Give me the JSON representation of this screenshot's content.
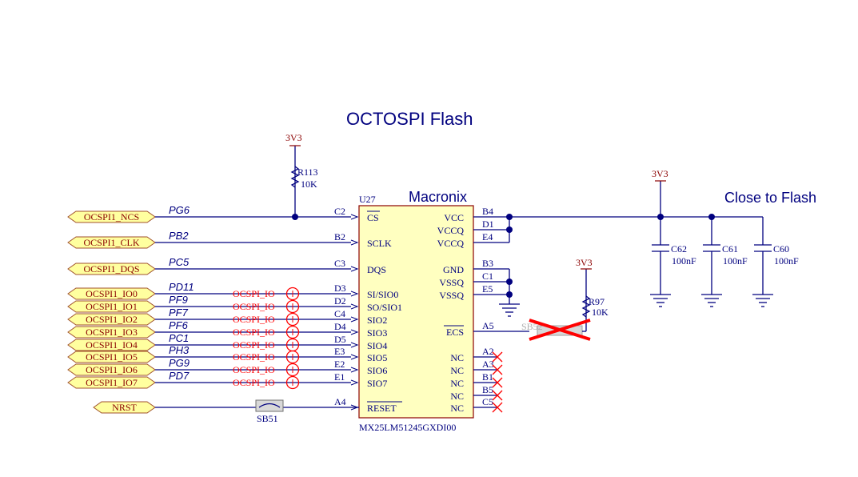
{
  "title": "OCTOSPI Flash",
  "note": "Close to Flash",
  "chip": {
    "ref": "U27",
    "maker": "Macronix",
    "part": "MX25LM51245GXDI00",
    "left_pins": [
      {
        "num": "C2",
        "name": "CS"
      },
      {
        "num": "B2",
        "name": "SCLK"
      },
      {
        "num": "C3",
        "name": "DQS"
      },
      {
        "num": "D3",
        "name": "SI/SIO0"
      },
      {
        "num": "D2",
        "name": "SO/SIO1"
      },
      {
        "num": "C4",
        "name": "SIO2"
      },
      {
        "num": "D4",
        "name": "SIO3"
      },
      {
        "num": "D5",
        "name": "SIO4"
      },
      {
        "num": "E3",
        "name": "SIO5"
      },
      {
        "num": "E2",
        "name": "SIO6"
      },
      {
        "num": "E1",
        "name": "SIO7"
      },
      {
        "num": "A4",
        "name": "RESET"
      }
    ],
    "right_pins": [
      {
        "num": "B4",
        "name": "VCC"
      },
      {
        "num": "D1",
        "name": "VCCQ"
      },
      {
        "num": "E4",
        "name": "VCCQ"
      },
      {
        "num": "B3",
        "name": "GND"
      },
      {
        "num": "C1",
        "name": "VSSQ"
      },
      {
        "num": "E5",
        "name": "VSSQ"
      },
      {
        "num": "A5",
        "name": "ECS"
      },
      {
        "num": "A2",
        "name": "NC"
      },
      {
        "num": "A3",
        "name": "NC"
      },
      {
        "num": "B1",
        "name": "NC"
      },
      {
        "num": "B5",
        "name": "NC"
      },
      {
        "num": "C5",
        "name": "NC"
      }
    ]
  },
  "ports": [
    "OCSPI1_NCS",
    "OCSPI1_CLK",
    "OCSPI1_DQS",
    "OCSPI1_IO0",
    "OCSPI1_IO1",
    "OCSPI1_IO2",
    "OCSPI1_IO3",
    "OCSPI1_IO4",
    "OCSPI1_IO5",
    "OCSPI1_IO6",
    "OCSPI1_IO7",
    "NRST"
  ],
  "nets": [
    "PG6",
    "PB2",
    "PC5",
    "PD11",
    "PF9",
    "PF7",
    "PF6",
    "PC1",
    "PH3",
    "PG9",
    "PD7"
  ],
  "test_points": [
    "OCSPI_IO",
    "OCSPI_IO",
    "OCSPI_IO",
    "OCSPI_IO",
    "OCSPI_IO",
    "OCSPI_IO",
    "OCSPI_IO",
    "OCSPI_IO"
  ],
  "power": {
    "r113": "3V3",
    "caps": "3V3",
    "r97": "3V3"
  },
  "r113": {
    "ref": "R113",
    "value": "10K"
  },
  "r97": {
    "ref": "R97",
    "value": "10K"
  },
  "sb51": {
    "ref": "SB51"
  },
  "sb_ecs": {
    "ref": "SB52"
  },
  "caps": [
    {
      "ref": "C62",
      "value": "100nF"
    },
    {
      "ref": "C61",
      "value": "100nF"
    },
    {
      "ref": "C60",
      "value": "100nF"
    }
  ]
}
